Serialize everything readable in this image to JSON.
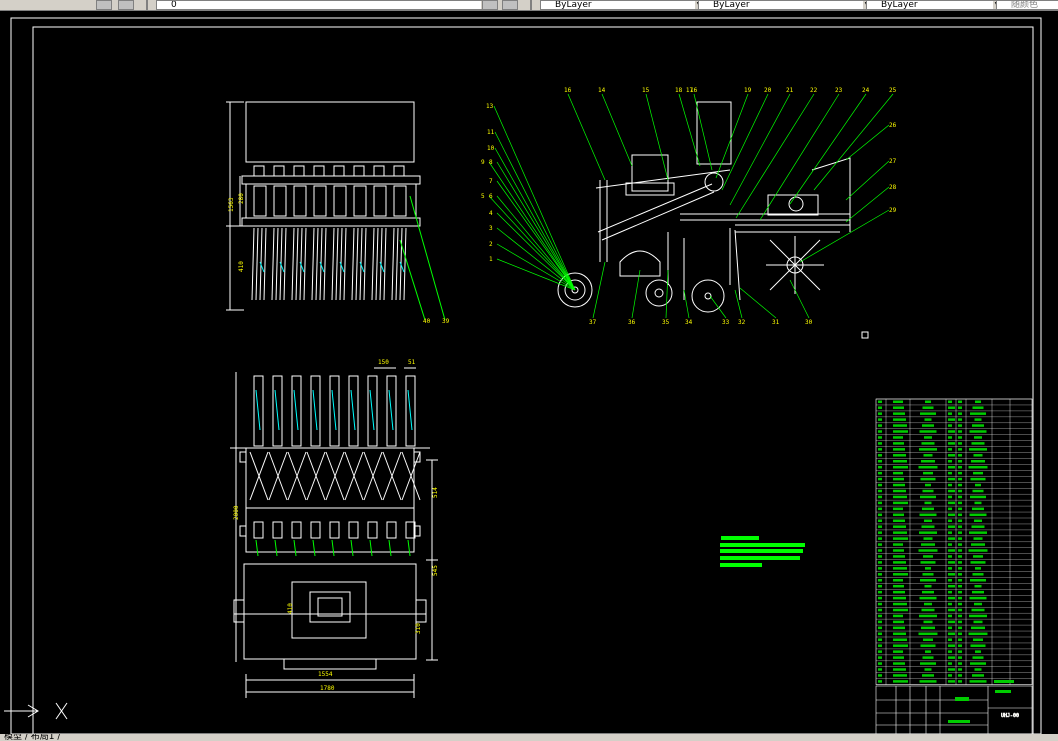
{
  "toolbar": {
    "layer_value": "0",
    "color_value": "ByLayer",
    "linetype_value": "ByLayer",
    "lineweight_value": "ByLayer",
    "plotstyle_value": "随颜色"
  },
  "tabs": {
    "label": "模型 / 布局1 /"
  },
  "colors": {
    "background": "#000000",
    "frame": "#ffffff",
    "geometry": "#ffffff",
    "leader": "#00ff00",
    "text": "#ffff00",
    "table_fill": "#00cc00",
    "highlight": "#00ffff"
  },
  "side_view": {
    "labels": [
      "13",
      "11",
      "10",
      "9",
      "8",
      "7",
      "6",
      "5",
      "4",
      "3",
      "2",
      "1",
      "16",
      "14",
      "15",
      "18",
      "17",
      "16",
      "19",
      "20",
      "21",
      "22",
      "23",
      "24",
      "25",
      "26",
      "27",
      "28",
      "29",
      "37",
      "36",
      "35",
      "34",
      "33",
      "32",
      "31",
      "30"
    ]
  },
  "front_view": {
    "labels": [
      "40",
      "39"
    ],
    "dims": [
      "1563",
      "280",
      "410"
    ]
  },
  "top_view": {
    "dims": [
      "150",
      "51",
      "2000",
      "514",
      "545",
      "410",
      "310",
      "1554",
      "1780"
    ]
  },
  "title_block": {
    "drawing_no": "UHJ-00"
  },
  "ucs": {
    "axis_label": "X"
  }
}
